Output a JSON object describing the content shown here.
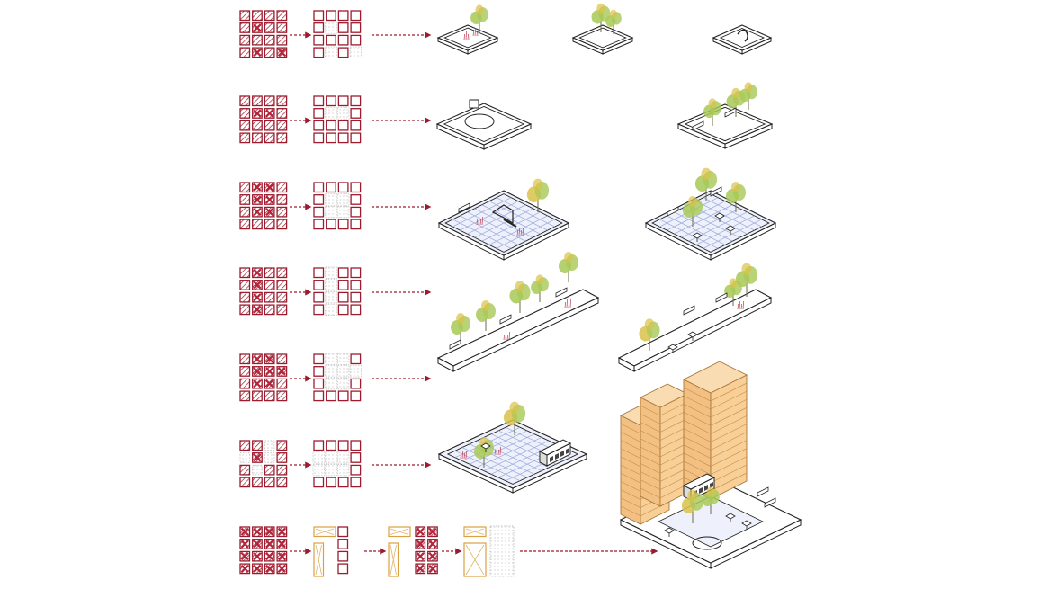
{
  "diagram": {
    "colors": {
      "red": "#9b1c2e",
      "red_fill": "#b3243a",
      "orange": "#d9a144",
      "orange_fill": "#f2c083",
      "dotted": "#bbbbbb",
      "grid": "#9aa9d8",
      "grid_fill": "#eef0fb",
      "tree_green": "#a8c956",
      "tree_yellow": "#d9c24a",
      "line": "#222222"
    },
    "rows": [
      {
        "id": "row-1",
        "source": [
          [
            0,
            0,
            0,
            0
          ],
          [
            0,
            1,
            0,
            0
          ],
          [
            0,
            0,
            0,
            0
          ],
          [
            0,
            1,
            0,
            1
          ]
        ],
        "result": [
          [
            0,
            0,
            0,
            0
          ],
          [
            0,
            1,
            0,
            0
          ],
          [
            0,
            0,
            0,
            0
          ],
          [
            0,
            1,
            0,
            1
          ]
        ],
        "scenes": [
          "small-garden-plot",
          "small-tree-plot",
          "small-lounge-plot"
        ]
      },
      {
        "id": "row-2",
        "source": [
          [
            0,
            0,
            0,
            0
          ],
          [
            0,
            1,
            1,
            0
          ],
          [
            0,
            0,
            0,
            0
          ],
          [
            0,
            0,
            0,
            0
          ]
        ],
        "result": [
          [
            0,
            0,
            0,
            0
          ],
          [
            0,
            1,
            1,
            0
          ],
          [
            0,
            0,
            0,
            0
          ],
          [
            0,
            0,
            0,
            0
          ]
        ],
        "scenes": [
          "basketball-court-plot",
          "tree-lawn-plot"
        ]
      },
      {
        "id": "row-3",
        "source": [
          [
            0,
            1,
            1,
            0
          ],
          [
            0,
            1,
            1,
            0
          ],
          [
            0,
            1,
            1,
            0
          ],
          [
            0,
            0,
            0,
            0
          ]
        ],
        "result": [
          [
            0,
            0,
            0,
            0
          ],
          [
            0,
            1,
            1,
            0
          ],
          [
            0,
            1,
            1,
            0
          ],
          [
            0,
            0,
            0,
            0
          ]
        ],
        "scenes": [
          "playground-plaza",
          "picnic-plaza"
        ]
      },
      {
        "id": "row-4",
        "source": [
          [
            0,
            1,
            0,
            0
          ],
          [
            0,
            1,
            0,
            0
          ],
          [
            0,
            1,
            0,
            0
          ],
          [
            0,
            1,
            0,
            0
          ]
        ],
        "result": [
          [
            0,
            1,
            0,
            0
          ],
          [
            0,
            1,
            0,
            0
          ],
          [
            0,
            1,
            0,
            0
          ],
          [
            0,
            1,
            0,
            0
          ]
        ],
        "scenes": [
          "linear-park-benches",
          "linear-park-picnic"
        ]
      },
      {
        "id": "row-5",
        "source": [
          [
            0,
            1,
            1,
            0
          ],
          [
            0,
            1,
            1,
            1
          ],
          [
            0,
            1,
            1,
            0
          ],
          [
            0,
            0,
            0,
            0
          ]
        ],
        "result": [
          [
            0,
            1,
            1,
            0
          ],
          [
            0,
            1,
            1,
            1
          ],
          [
            0,
            1,
            1,
            0
          ],
          [
            0,
            0,
            0,
            0
          ]
        ],
        "scenes": []
      },
      {
        "id": "row-6",
        "source": [
          [
            0,
            0,
            2,
            0
          ],
          [
            2,
            1,
            2,
            0
          ],
          [
            0,
            2,
            0,
            0
          ],
          [
            0,
            0,
            0,
            0
          ]
        ],
        "result": [
          [
            0,
            0,
            0,
            0
          ],
          [
            2,
            2,
            2,
            0
          ],
          [
            2,
            2,
            2,
            0
          ],
          [
            0,
            0,
            0,
            0
          ]
        ],
        "scenes": [
          "bus-plaza"
        ]
      },
      {
        "id": "row-7",
        "source": [
          [
            1,
            1,
            1,
            1
          ],
          [
            1,
            1,
            1,
            1
          ],
          [
            1,
            1,
            1,
            1
          ],
          [
            1,
            1,
            1,
            1
          ]
        ],
        "stages": [
          "merge-1",
          "merge-2",
          "merge-3"
        ],
        "scenes": [
          "tower-complex"
        ]
      }
    ]
  }
}
